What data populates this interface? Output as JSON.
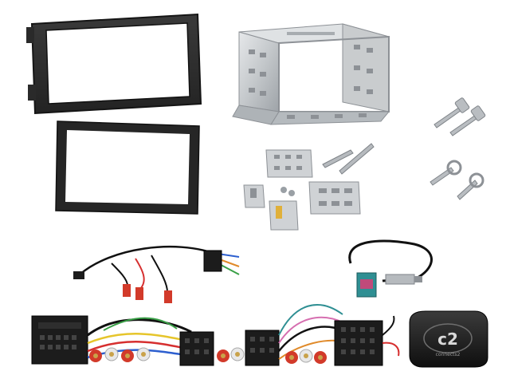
{
  "product": {
    "logo_text": "c2",
    "logo_subtext": "connects2"
  },
  "colors": {
    "background": "#ffffff",
    "fascia": "#2b2b2b",
    "fascia_edge": "#1a1a1a",
    "metal": "#c9ccce",
    "metal_dark": "#8d9196",
    "metal_light": "#e6e8ea",
    "plastic_black": "#1c1c1c",
    "connector_pink": "#c04a7a",
    "connector_teal": "#2f8f93",
    "rca_red": "#d23a2a",
    "rca_white": "#e8e8e8",
    "rca_gold": "#c9a24a",
    "wire_red": "#d62f2f",
    "wire_black": "#111111",
    "wire_blue": "#2d5fcf",
    "wire_green": "#3aa047",
    "wire_yellow": "#e6c52b",
    "wire_pink": "#d66fb0",
    "wire_orange": "#e08a2a",
    "wire_brown": "#7a4a2a",
    "wire_grey": "#8a8a8a",
    "wire_white": "#f2f2f2"
  },
  "items": [
    {
      "name": "double-din-fascia-front",
      "icon": "fascia-icon"
    },
    {
      "name": "double-din-fascia-surround",
      "icon": "frame-icon"
    },
    {
      "name": "metal-cage",
      "icon": "cage-icon"
    },
    {
      "name": "release-keys",
      "icon": "key-icon"
    },
    {
      "name": "mounting-brackets",
      "icon": "bracket-icon"
    },
    {
      "name": "steering-interface-harness",
      "icon": "harness-icon"
    },
    {
      "name": "antenna-adaptor",
      "icon": "antenna-icon"
    },
    {
      "name": "steering-control-interface-box",
      "icon": "module-icon"
    }
  ]
}
